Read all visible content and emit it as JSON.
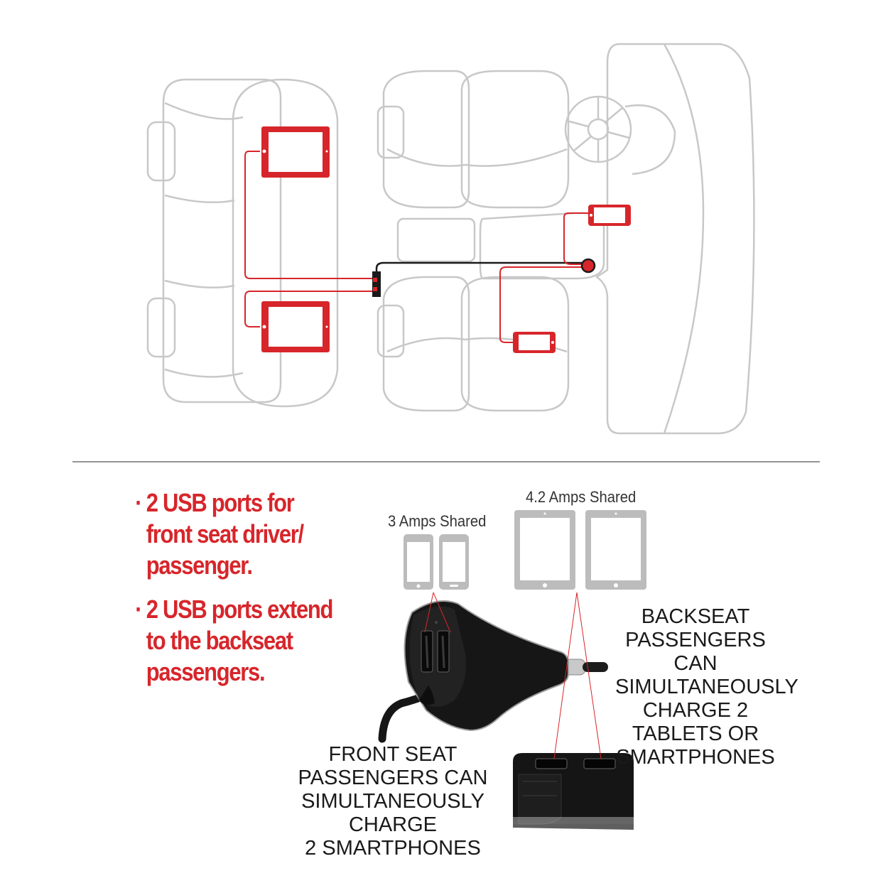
{
  "colors": {
    "outline": "#c8c8c8",
    "accent": "#d7262b",
    "cable": "#1a1a1a",
    "device": "#bcbcbd",
    "charger": "#161616"
  },
  "bullets": [
    {
      "marker": "·",
      "text": "2 USB ports for\nfront seat driver/\npassenger."
    },
    {
      "marker": "·",
      "text": "2 USB ports extend\nto the backseat\npassengers."
    }
  ],
  "labels": {
    "phones_amps": "3 Amps Shared",
    "tablets_amps": "4.2 Amps Shared",
    "backseat_caption": "BACKSEAT\nPASSENGERS CAN\nSIMULTANEOUSLY\nCHARGE 2\nTABLETS OR\nSMARTPHONES",
    "frontseat_caption": "FRONT SEAT\nPASSENGERS CAN\nSIMULTANEOUSLY CHARGE\n2 SMARTPHONES"
  },
  "icons": [
    "car-seat-layout-diagram",
    "tablet-icon",
    "smartphone-icon",
    "car-charger-image",
    "backseat-hub-image"
  ]
}
